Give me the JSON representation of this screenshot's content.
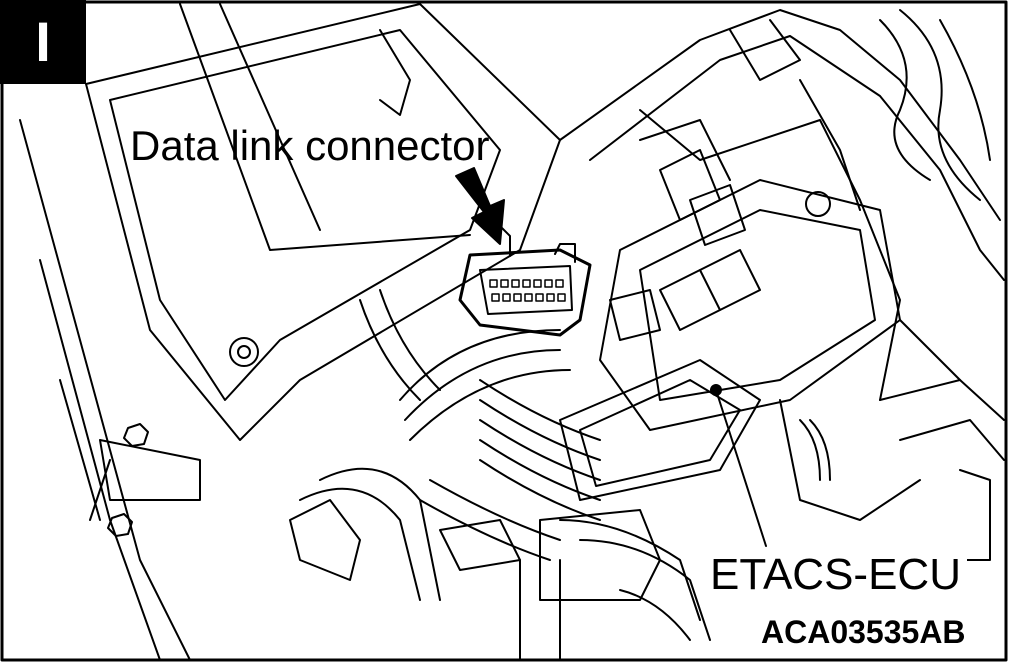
{
  "figure": {
    "section_marker": "I",
    "labels": {
      "data_link_connector": "Data link connector",
      "etacs_ecu": "ETACS-ECU"
    },
    "figure_code": "ACA03535AB"
  },
  "colors": {
    "line": "#000000",
    "background": "#ffffff"
  }
}
